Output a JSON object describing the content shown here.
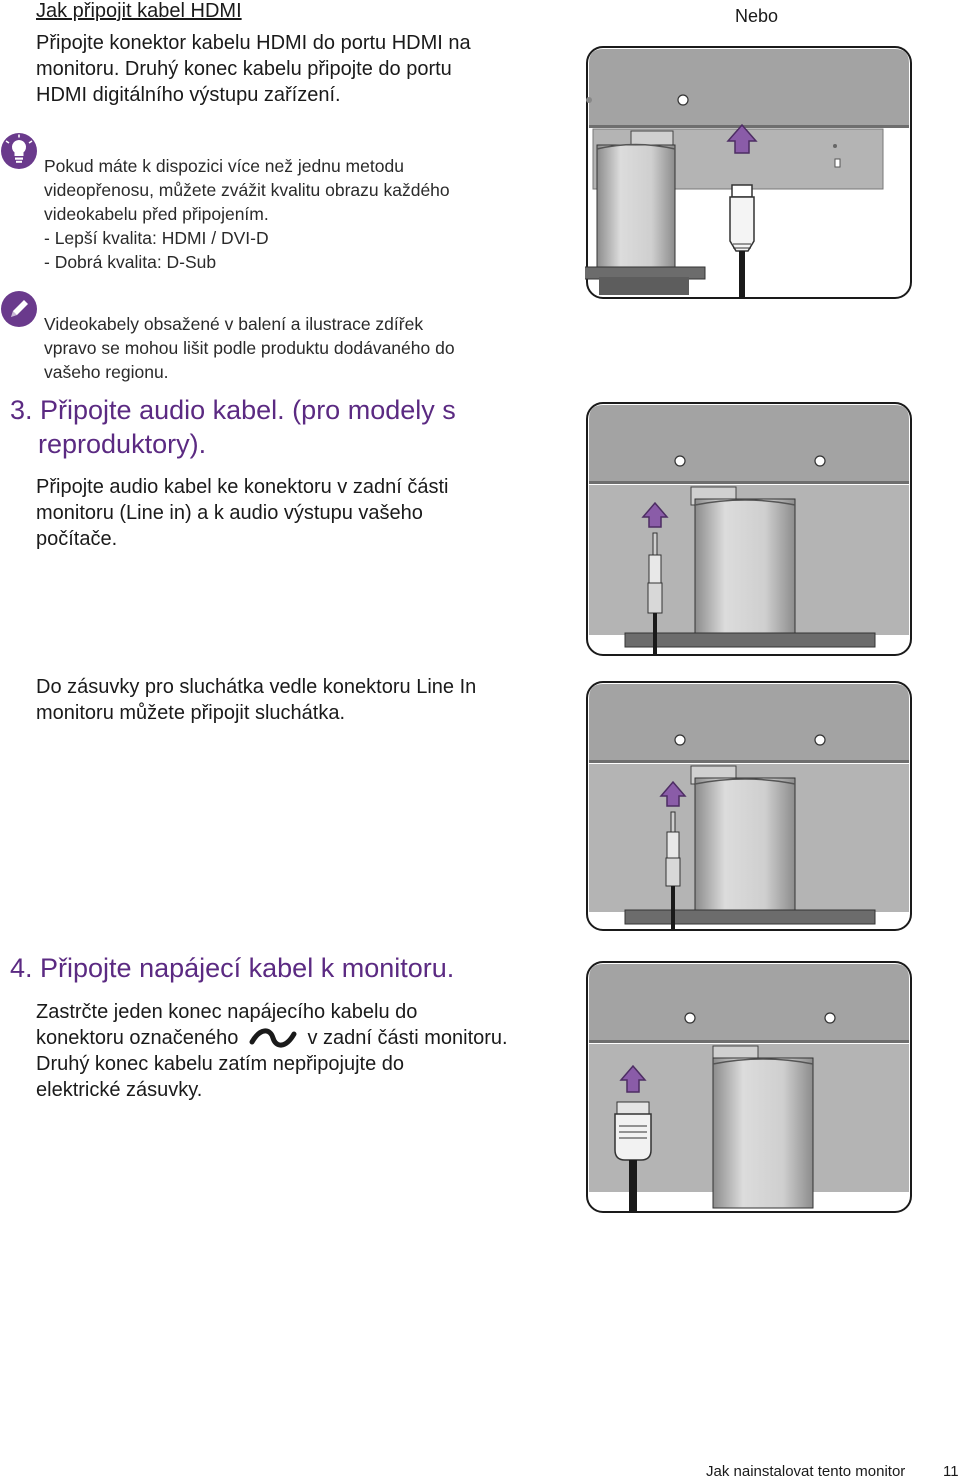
{
  "hdmi": {
    "link": "Jak připojit kabel HDMI",
    "lines": [
      "Připojte konektor kabelu HDMI do portu HDMI na",
      "monitoru. Druhý konec kabelu připojte do portu",
      "HDMI digitálního výstupu zařízení."
    ],
    "or_label": "Nebo"
  },
  "tip": {
    "icon": "lightbulb-icon",
    "lines": [
      "Pokud máte k dispozici více než jednu metodu",
      "videopřenosu, můžete zvážit kvalitu obrazu každého",
      "videokabelu před připojením.",
      "- Lepší kvalita: HDMI / DVI-D",
      "- Dobrá kvalita: D-Sub"
    ]
  },
  "note": {
    "icon": "pencil-icon",
    "lines": [
      "Videokabely obsažené v balení a ilustrace zdířek",
      "vpravo se mohou lišit podle produktu dodávaného do",
      "vašeho regionu."
    ]
  },
  "step3": {
    "heading_lines": [
      "3. Připojte audio kabel. (pro modely s",
      "reproduktory)."
    ],
    "lines": [
      "Připojte audio kabel ke konektoru v zadní části",
      "monitoru (Line in) a k audio výstupu vašeho",
      "počítače."
    ],
    "headphone_lines": [
      "Do zásuvky pro sluchátka vedle konektoru Line In",
      "monitoru můžete připojit sluchátka."
    ]
  },
  "step4": {
    "heading": "4. Připojte napájecí kabel k monitoru.",
    "line1": "Zastrčte jeden konec napájecího kabelu do",
    "line2_before": "konektoru označeného",
    "line2_after": "v zadní části monitoru.",
    "line3": "Druhý konec kabelu zatím nepřipojujte do",
    "line4": "elektrické zásuvky.",
    "power_symbol": "ac-power-icon"
  },
  "footer": {
    "section": "Jak nainstalovat tento monitor",
    "page": "11"
  },
  "colors": {
    "heading": "#5b2a82",
    "icon_bg": "#6a3a8c",
    "arrow": "#8a5ca8",
    "monitor_gray": "#a3a3a3",
    "stand_gray": "#c8c8c8"
  }
}
